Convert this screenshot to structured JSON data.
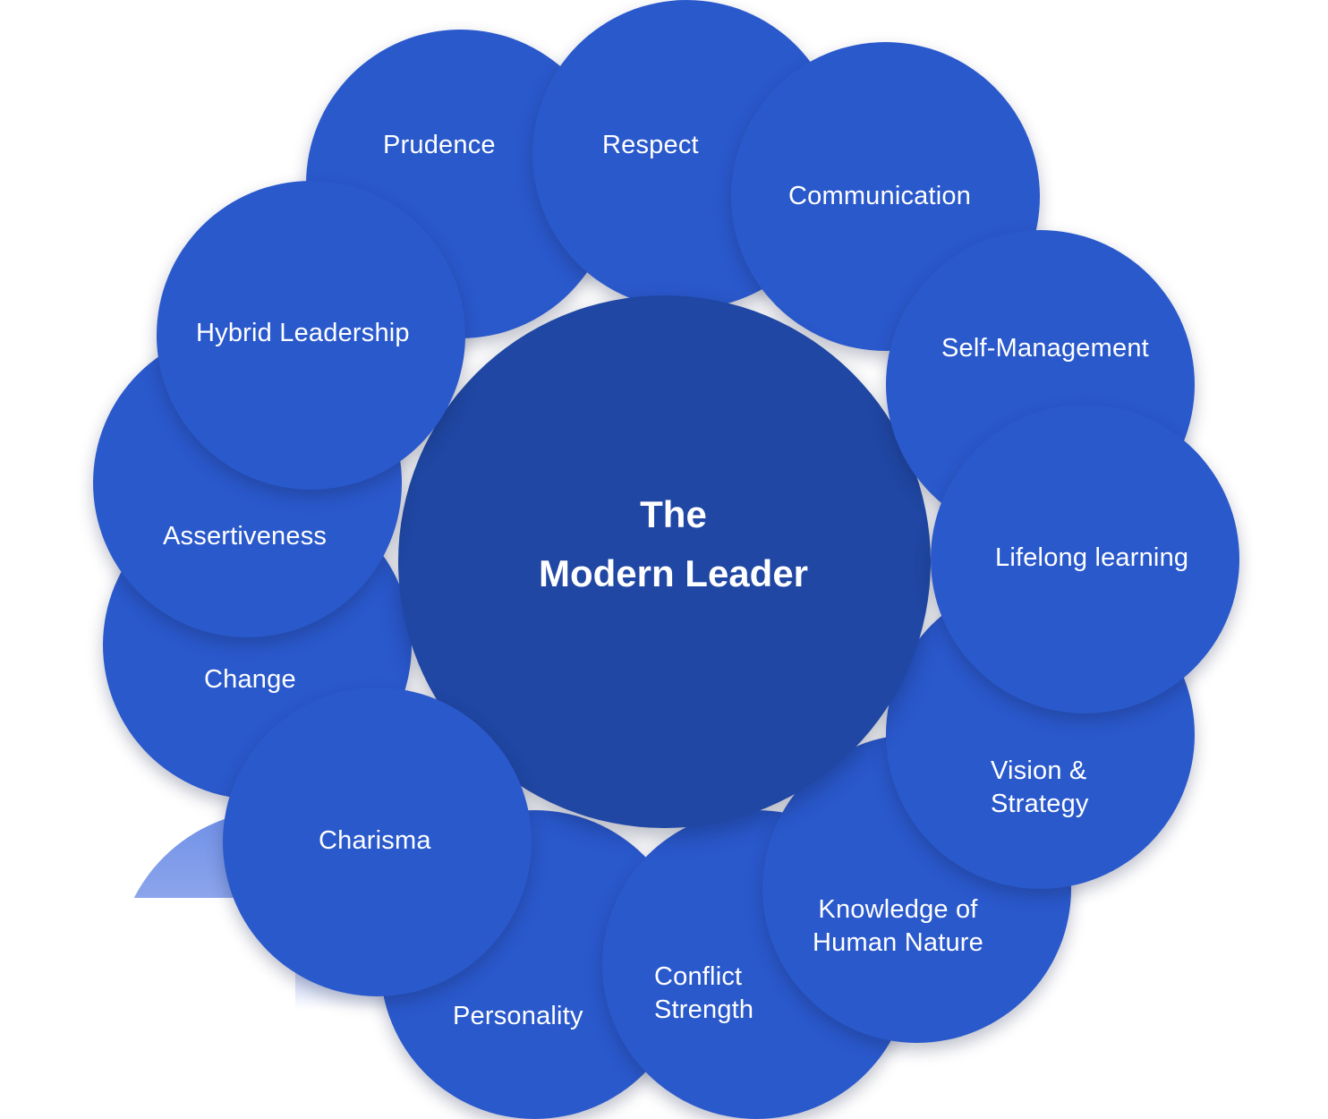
{
  "diagram": {
    "center": {
      "title": "The\nModern Leader",
      "color": "#1f47a3"
    },
    "bubble_color": "#2a59cc",
    "items": [
      {
        "key": "prudence",
        "label": "Prudence"
      },
      {
        "key": "respect",
        "label": "Respect"
      },
      {
        "key": "communication",
        "label": "Communication"
      },
      {
        "key": "self-management",
        "label": "Self-Management"
      },
      {
        "key": "lifelong-learning",
        "label": "Lifelong learning"
      },
      {
        "key": "vision-strategy",
        "label": "Vision &\nStrategy"
      },
      {
        "key": "knowledge",
        "label": "Knowledge of\nHuman Nature"
      },
      {
        "key": "conflict-strength",
        "label": "Conflict\nStrength"
      },
      {
        "key": "personality",
        "label": "Personality"
      },
      {
        "key": "charisma",
        "label": "Charisma"
      },
      {
        "key": "change",
        "label": "Change"
      },
      {
        "key": "assertiveness",
        "label": "Assertiveness"
      },
      {
        "key": "hybrid-leadership",
        "label": "Hybrid Leadership"
      }
    ]
  }
}
